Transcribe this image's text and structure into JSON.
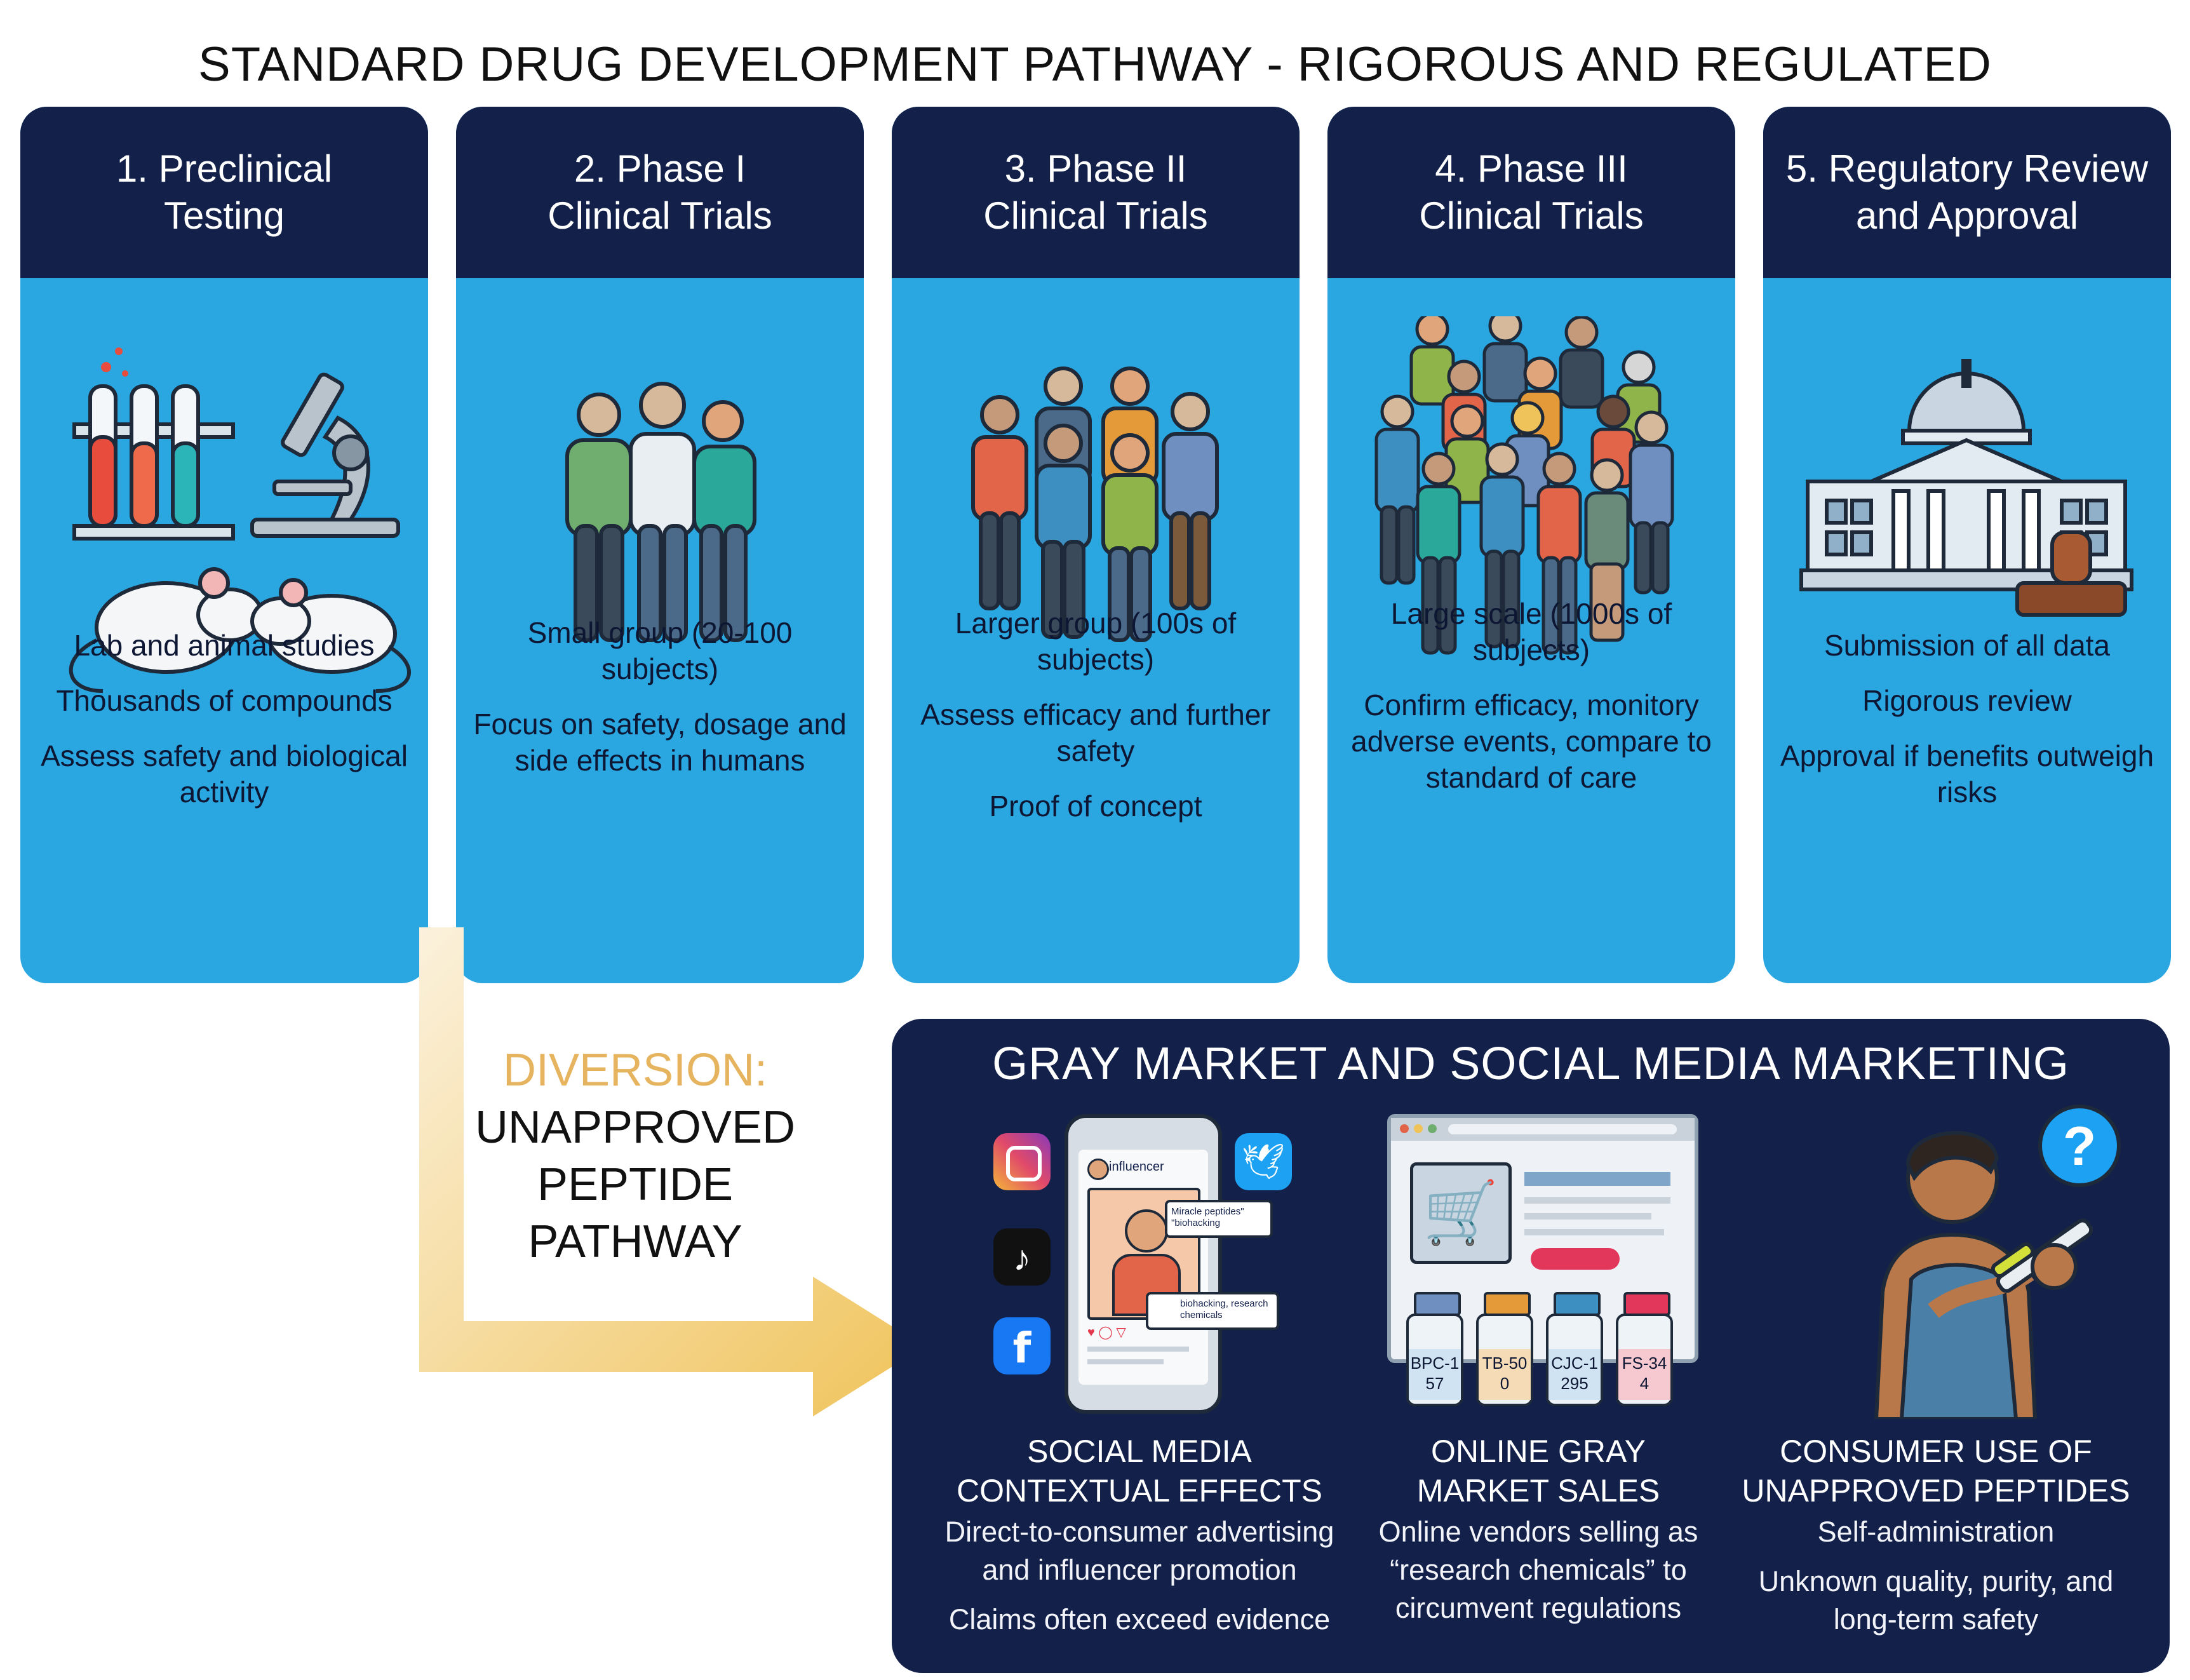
{
  "title": "STANDARD DRUG DEVELOPMENT PATHWAY - RIGOROUS AND REGULATED",
  "stages": [
    {
      "head1": "1. Preclinical",
      "head2": "Testing",
      "lines": [
        "Lab and animal studies",
        "Thousands of compounds",
        "Assess safety and biological activity"
      ]
    },
    {
      "head1": "2. Phase I",
      "head2": "Clinical Trials",
      "lines": [
        "Small group (20-100 subjects)",
        "Focus on safety, dosage and side effects in humans"
      ]
    },
    {
      "head1": "3. Phase II",
      "head2": "Clinical Trials",
      "lines": [
        "Larger group (100s of subjects)",
        "Assess efficacy and further safety",
        "Proof of concept"
      ]
    },
    {
      "head1": "4. Phase III",
      "head2": "Clinical Trials",
      "lines": [
        "Large scale (1000s of subjects)",
        "Confirm efficacy, monitory adverse events, compare to standard of care"
      ]
    },
    {
      "head1": "5. Regulatory Review",
      "head2": "and Approval",
      "lines": [
        "Submission of all data",
        "Rigorous review",
        "Approval if benefits outweigh risks"
      ]
    }
  ],
  "diversion": {
    "label": "DIVERSION:",
    "line1": "UNAPPROVED",
    "line2": "PEPTIDE",
    "line3": "PATHWAY"
  },
  "gray_market": {
    "title": "GRAY MARKET AND SOCIAL MEDIA MARKETING",
    "phone": {
      "user": "influencer",
      "bubble1": "Miracle peptides\" \"biohacking",
      "bubble2": "biohacking, research chemicals"
    },
    "vials": [
      "BPC-157",
      "TB-500",
      "CJC-1295",
      "FS-344"
    ],
    "columns": [
      {
        "h1": "SOCIAL MEDIA",
        "h2": "CONTEXTUAL EFFECTS",
        "b1": "Direct-to-consumer advertising and influencer promotion",
        "b2": "Claims often exceed evidence"
      },
      {
        "h1": "ONLINE GRAY",
        "h2": "MARKET SALES",
        "b1": "Online vendors selling as “research chemicals” to circumvent regulations",
        "b2": ""
      },
      {
        "h1": "CONSUMER USE OF",
        "h2": "UNAPPROVED PEPTIDES",
        "b1": "Self-administration",
        "b2": "Unknown quality, purity, and long-term safety"
      }
    ]
  },
  "colors": {
    "navy": "#13204a",
    "blue": "#2aa6e1",
    "arrow": "#f0c35a"
  }
}
